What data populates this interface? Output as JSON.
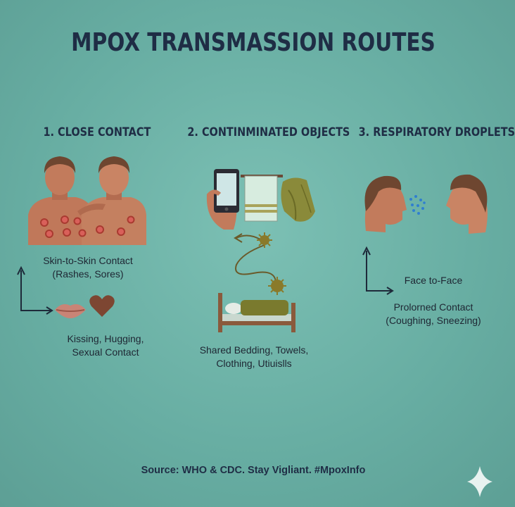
{
  "title": "MPOX TRANSMASSION ROUTES",
  "columns": [
    {
      "heading": "1. CLOSE CONTACT",
      "caption1": [
        "Skin-to-Skin Contact",
        "(Rashes, Sores)"
      ],
      "caption2": [
        "Kissing, Hugging,",
        "Sexual Contact"
      ]
    },
    {
      "heading": "2. CONTINMINATED OBJECTS",
      "caption1": [
        "Shared Bedding, Towels,",
        "Clothing, Utiuislls"
      ]
    },
    {
      "heading": "3. RESPIRATORY DROPLETS",
      "caption1": [
        "Face to-Face"
      ],
      "caption2": [
        "Prolorned Contact",
        "(Coughing, Sneezing)"
      ]
    }
  ],
  "footer": "Source: WHO & CDC. Stay Vigliant. #MpoxInfo",
  "colors": {
    "background": "#67ada2",
    "title": "#1f2d45",
    "skin": "#c0785a",
    "hair": "#6e4630",
    "rash": "#c0392b",
    "olive": "#7a7a2e",
    "bed": "#8a5a3c",
    "droplets": "#2f7fd0"
  },
  "icons": [
    "two-people-rash-icon",
    "arrow-icon",
    "lips-icon",
    "heart-icon",
    "phone-icon",
    "towel-icon",
    "cloth-icon",
    "virus-icon",
    "bed-icon",
    "head-profile-icon",
    "droplets-icon",
    "sparkle-icon"
  ]
}
